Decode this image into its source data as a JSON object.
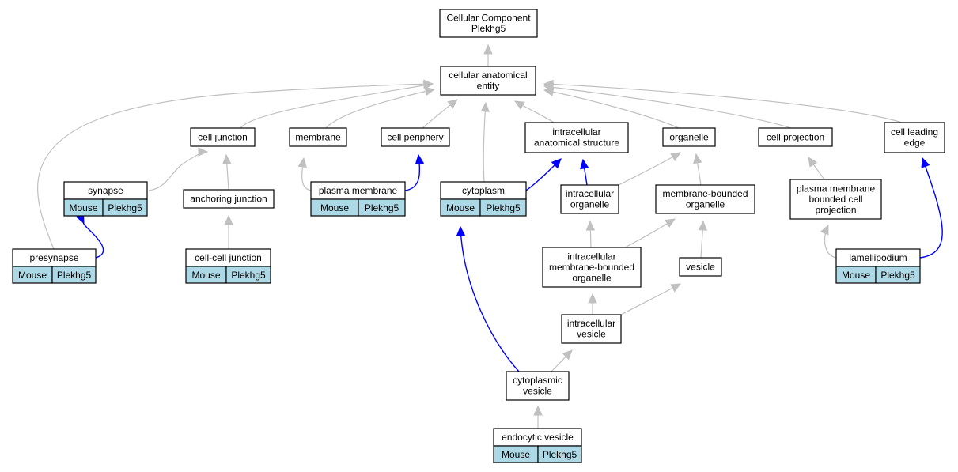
{
  "nodes": {
    "root": {
      "lines": [
        "Cellular Component",
        "Plekhg5"
      ]
    },
    "cae": {
      "lines": [
        "cellular anatomical",
        "entity"
      ]
    },
    "cell_junction": {
      "lines": [
        "cell junction"
      ]
    },
    "membrane": {
      "lines": [
        "membrane"
      ]
    },
    "cell_periphery": {
      "lines": [
        "cell periphery"
      ]
    },
    "ias": {
      "lines": [
        "intracellular",
        "anatomical structure"
      ]
    },
    "organelle": {
      "lines": [
        "organelle"
      ]
    },
    "cell_projection": {
      "lines": [
        "cell projection"
      ]
    },
    "cle": {
      "lines": [
        "cell leading",
        "edge"
      ]
    },
    "synapse": {
      "lines": [
        "synapse"
      ],
      "annot": [
        "Mouse",
        "Plekhg5"
      ]
    },
    "anchoring_junction": {
      "lines": [
        "anchoring junction"
      ]
    },
    "plasma_membrane": {
      "lines": [
        "plasma membrane"
      ],
      "annot": [
        "Mouse",
        "Plekhg5"
      ]
    },
    "cytoplasm": {
      "lines": [
        "cytoplasm"
      ],
      "annot": [
        "Mouse",
        "Plekhg5"
      ]
    },
    "intra_organelle": {
      "lines": [
        "intracellular",
        "organelle"
      ]
    },
    "mbo": {
      "lines": [
        "membrane-bounded",
        "organelle"
      ]
    },
    "pmbcp": {
      "lines": [
        "plasma membrane",
        "bounded cell",
        "projection"
      ]
    },
    "presynapse": {
      "lines": [
        "presynapse"
      ],
      "annot": [
        "Mouse",
        "Plekhg5"
      ]
    },
    "ccj": {
      "lines": [
        "cell-cell junction"
      ],
      "annot": [
        "Mouse",
        "Plekhg5"
      ]
    },
    "imbo": {
      "lines": [
        "intracellular",
        "membrane-bounded",
        "organelle"
      ]
    },
    "vesicle": {
      "lines": [
        "vesicle"
      ]
    },
    "lamellipodium": {
      "lines": [
        "lamellipodium"
      ],
      "annot": [
        "Mouse",
        "Plekhg5"
      ]
    },
    "intra_vesicle": {
      "lines": [
        "intracellular",
        "vesicle"
      ]
    },
    "cyto_vesicle": {
      "lines": [
        "cytoplasmic",
        "vesicle"
      ]
    },
    "endocytic_vesicle": {
      "lines": [
        "endocytic vesicle"
      ],
      "annot": [
        "Mouse",
        "Plekhg5"
      ]
    }
  },
  "edges": [
    {
      "from": "cae",
      "to": "root",
      "color": "grey"
    },
    {
      "from": "cell_junction",
      "to": "cae",
      "color": "grey"
    },
    {
      "from": "membrane",
      "to": "cae",
      "color": "grey"
    },
    {
      "from": "cell_periphery",
      "to": "cae",
      "color": "grey"
    },
    {
      "from": "ias",
      "to": "cae",
      "color": "grey"
    },
    {
      "from": "organelle",
      "to": "cae",
      "color": "grey"
    },
    {
      "from": "cell_projection",
      "to": "cae",
      "color": "grey"
    },
    {
      "from": "cle",
      "to": "cae",
      "color": "grey"
    },
    {
      "from": "presynapse",
      "to": "cae",
      "color": "grey"
    },
    {
      "from": "cytoplasm",
      "to": "cae",
      "color": "grey"
    },
    {
      "from": "synapse",
      "to": "cell_junction",
      "color": "grey"
    },
    {
      "from": "anchoring_junction",
      "to": "cell_junction",
      "color": "grey"
    },
    {
      "from": "plasma_membrane",
      "to": "membrane",
      "color": "grey"
    },
    {
      "from": "plasma_membrane",
      "to": "cell_periphery",
      "color": "blue"
    },
    {
      "from": "cytoplasm",
      "to": "ias",
      "color": "blue"
    },
    {
      "from": "intra_organelle",
      "to": "ias",
      "color": "blue"
    },
    {
      "from": "intra_organelle",
      "to": "organelle",
      "color": "grey"
    },
    {
      "from": "mbo",
      "to": "organelle",
      "color": "grey"
    },
    {
      "from": "pmbcp",
      "to": "cell_projection",
      "color": "grey"
    },
    {
      "from": "lamellipodium",
      "to": "cle",
      "color": "blue"
    },
    {
      "from": "presynapse",
      "to": "synapse",
      "color": "blue"
    },
    {
      "from": "ccj",
      "to": "anchoring_junction",
      "color": "grey"
    },
    {
      "from": "imbo",
      "to": "intra_organelle",
      "color": "grey"
    },
    {
      "from": "imbo",
      "to": "mbo",
      "color": "grey"
    },
    {
      "from": "vesicle",
      "to": "mbo",
      "color": "grey"
    },
    {
      "from": "lamellipodium",
      "to": "pmbcp",
      "color": "grey"
    },
    {
      "from": "intra_vesicle",
      "to": "imbo",
      "color": "grey"
    },
    {
      "from": "intra_vesicle",
      "to": "vesicle",
      "color": "grey"
    },
    {
      "from": "cyto_vesicle",
      "to": "intra_vesicle",
      "color": "grey"
    },
    {
      "from": "cyto_vesicle",
      "to": "cytoplasm",
      "color": "blue"
    },
    {
      "from": "endocytic_vesicle",
      "to": "cyto_vesicle",
      "color": "grey"
    }
  ],
  "colors": {
    "is_a_edge": "#c0c0c0",
    "annotated_edge": "#0000ff",
    "annotation_fill": "#add8e6",
    "node_fill": "#ffffff"
  }
}
